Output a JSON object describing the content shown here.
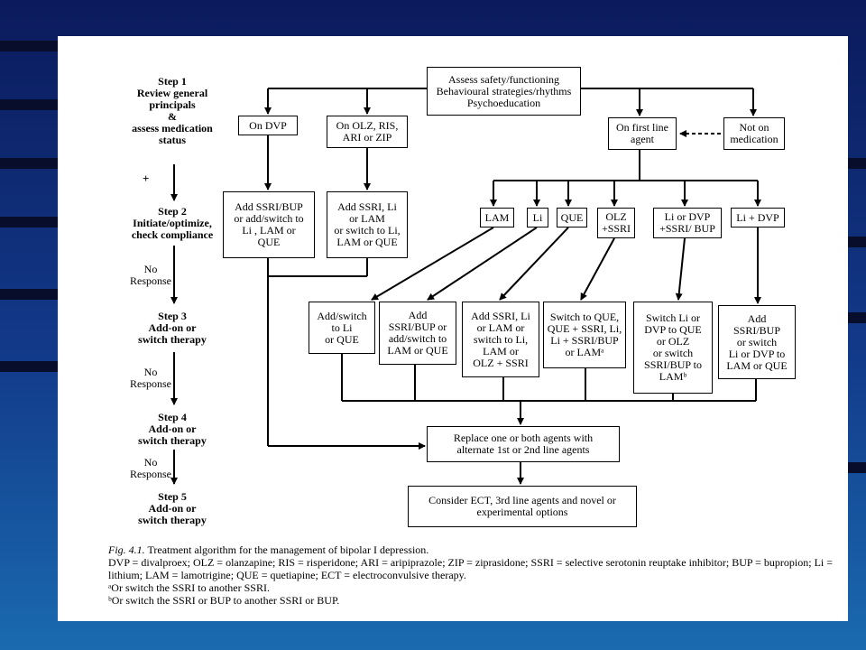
{
  "steps": {
    "step1": "Step 1\nReview general\nprincipals\n&\nassess medication\nstatus",
    "plus": "+",
    "step2": "Step 2\nInitiate/optimize,\ncheck compliance",
    "noresp1": "No\nResponse",
    "step3": "Step 3\nAdd-on or\nswitch therapy",
    "noresp2": "No\nResponse",
    "step4": "Step 4\nAdd-on or\nswitch therapy",
    "noresp3": "No\nResponse",
    "step5": "Step 5\nAdd-on or\nswitch therapy"
  },
  "boxes": {
    "assess": "Assess safety/functioning\nBehavioural strategies/rhythms\nPsychoeducation",
    "on_dvp": "On DVP",
    "on_olz": "On OLZ, RIS,\nARI or ZIP",
    "on_first_line": "On first line\nagent",
    "not_on_med": "Not on\nmedication",
    "add_ssri_bup": "Add SSRI/BUP\nor add/switch to\nLi , LAM or\nQUE",
    "add_ssri_li": "Add SSRI, Li\nor LAM\nor switch to Li,\nLAM or QUE",
    "lam": "LAM",
    "li": "Li",
    "que": "QUE",
    "olz_ssri": "OLZ\n+SSRI",
    "li_dvp_ssri": "Li or DVP\n+SSRI/ BUP",
    "li_plus_dvp": "Li + DVP",
    "s3_lam": "Add/switch\nto Li\nor QUE",
    "s3_li": "Add\nSSRI/BUP or\nadd/switch to\nLAM or QUE",
    "s3_que": "Add SSRI, Li\nor LAM or\nswitch to Li,\nLAM or\nOLZ + SSRI",
    "s3_olz": "Switch to QUE,\nQUE + SSRI, Li,\nLi + SSRI/BUP\nor LAMᵃ",
    "s3_lidvp": "Switch Li or\nDVP to QUE\nor OLZ\nor switch\nSSRI/BUP to\nLAMᵇ",
    "s3_lidvp2": "Add\nSSRI/BUP\nor switch\nLi or DVP to\nLAM or QUE",
    "replace": "Replace one or both agents with\nalternate 1st or 2nd line agents",
    "consider_ect": "Consider ECT, 3rd line agents and novel or\nexperimental options"
  },
  "caption": {
    "fig_label": "Fig. 4.1.",
    "title": "Treatment algorithm for the management of bipolar I depression.",
    "abbrev": "DVP = divalproex; OLZ = olanzapine; RIS = risperidone; ARI = aripiprazole; ZIP = ziprasidone; SSRI = selective serotonin reuptake inhibitor; BUP = bupropion; Li = lithium; LAM = lamotrigine; QUE = quetiapine; ECT = electroconvulsive therapy.",
    "note_a": "ᵃOr switch the SSRI to another SSRI.",
    "note_b": "ᵇOr switch the SSRI or BUP to another SSRI or BUP."
  }
}
